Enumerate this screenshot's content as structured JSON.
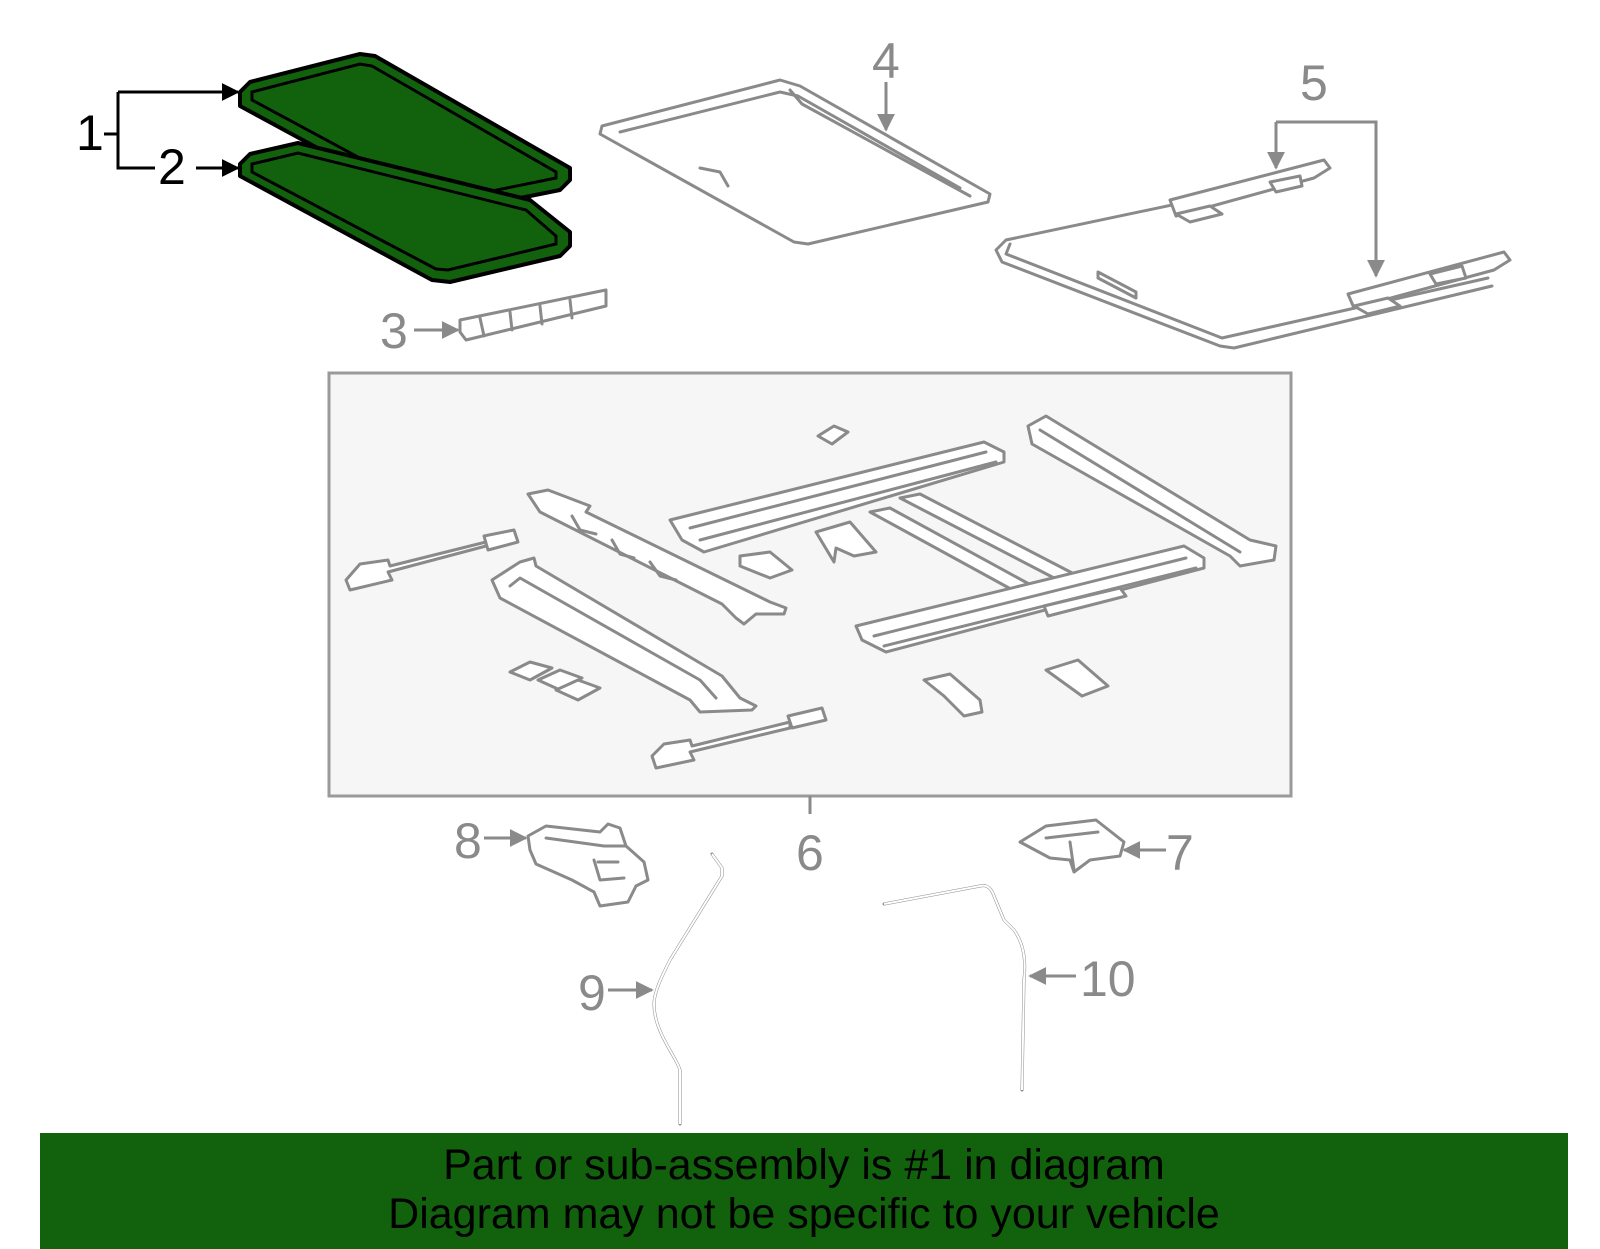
{
  "diagram": {
    "highlight_color": "#12620d",
    "callouts": {
      "c1": "1",
      "c2": "2",
      "c3": "3",
      "c4": "4",
      "c5": "5",
      "c6": "6",
      "c7": "7",
      "c8": "8",
      "c9": "9",
      "c10": "10"
    }
  },
  "footer": {
    "line1": "Part or sub-assembly is #1 in diagram",
    "line2": "Diagram may not be specific to your vehicle"
  }
}
